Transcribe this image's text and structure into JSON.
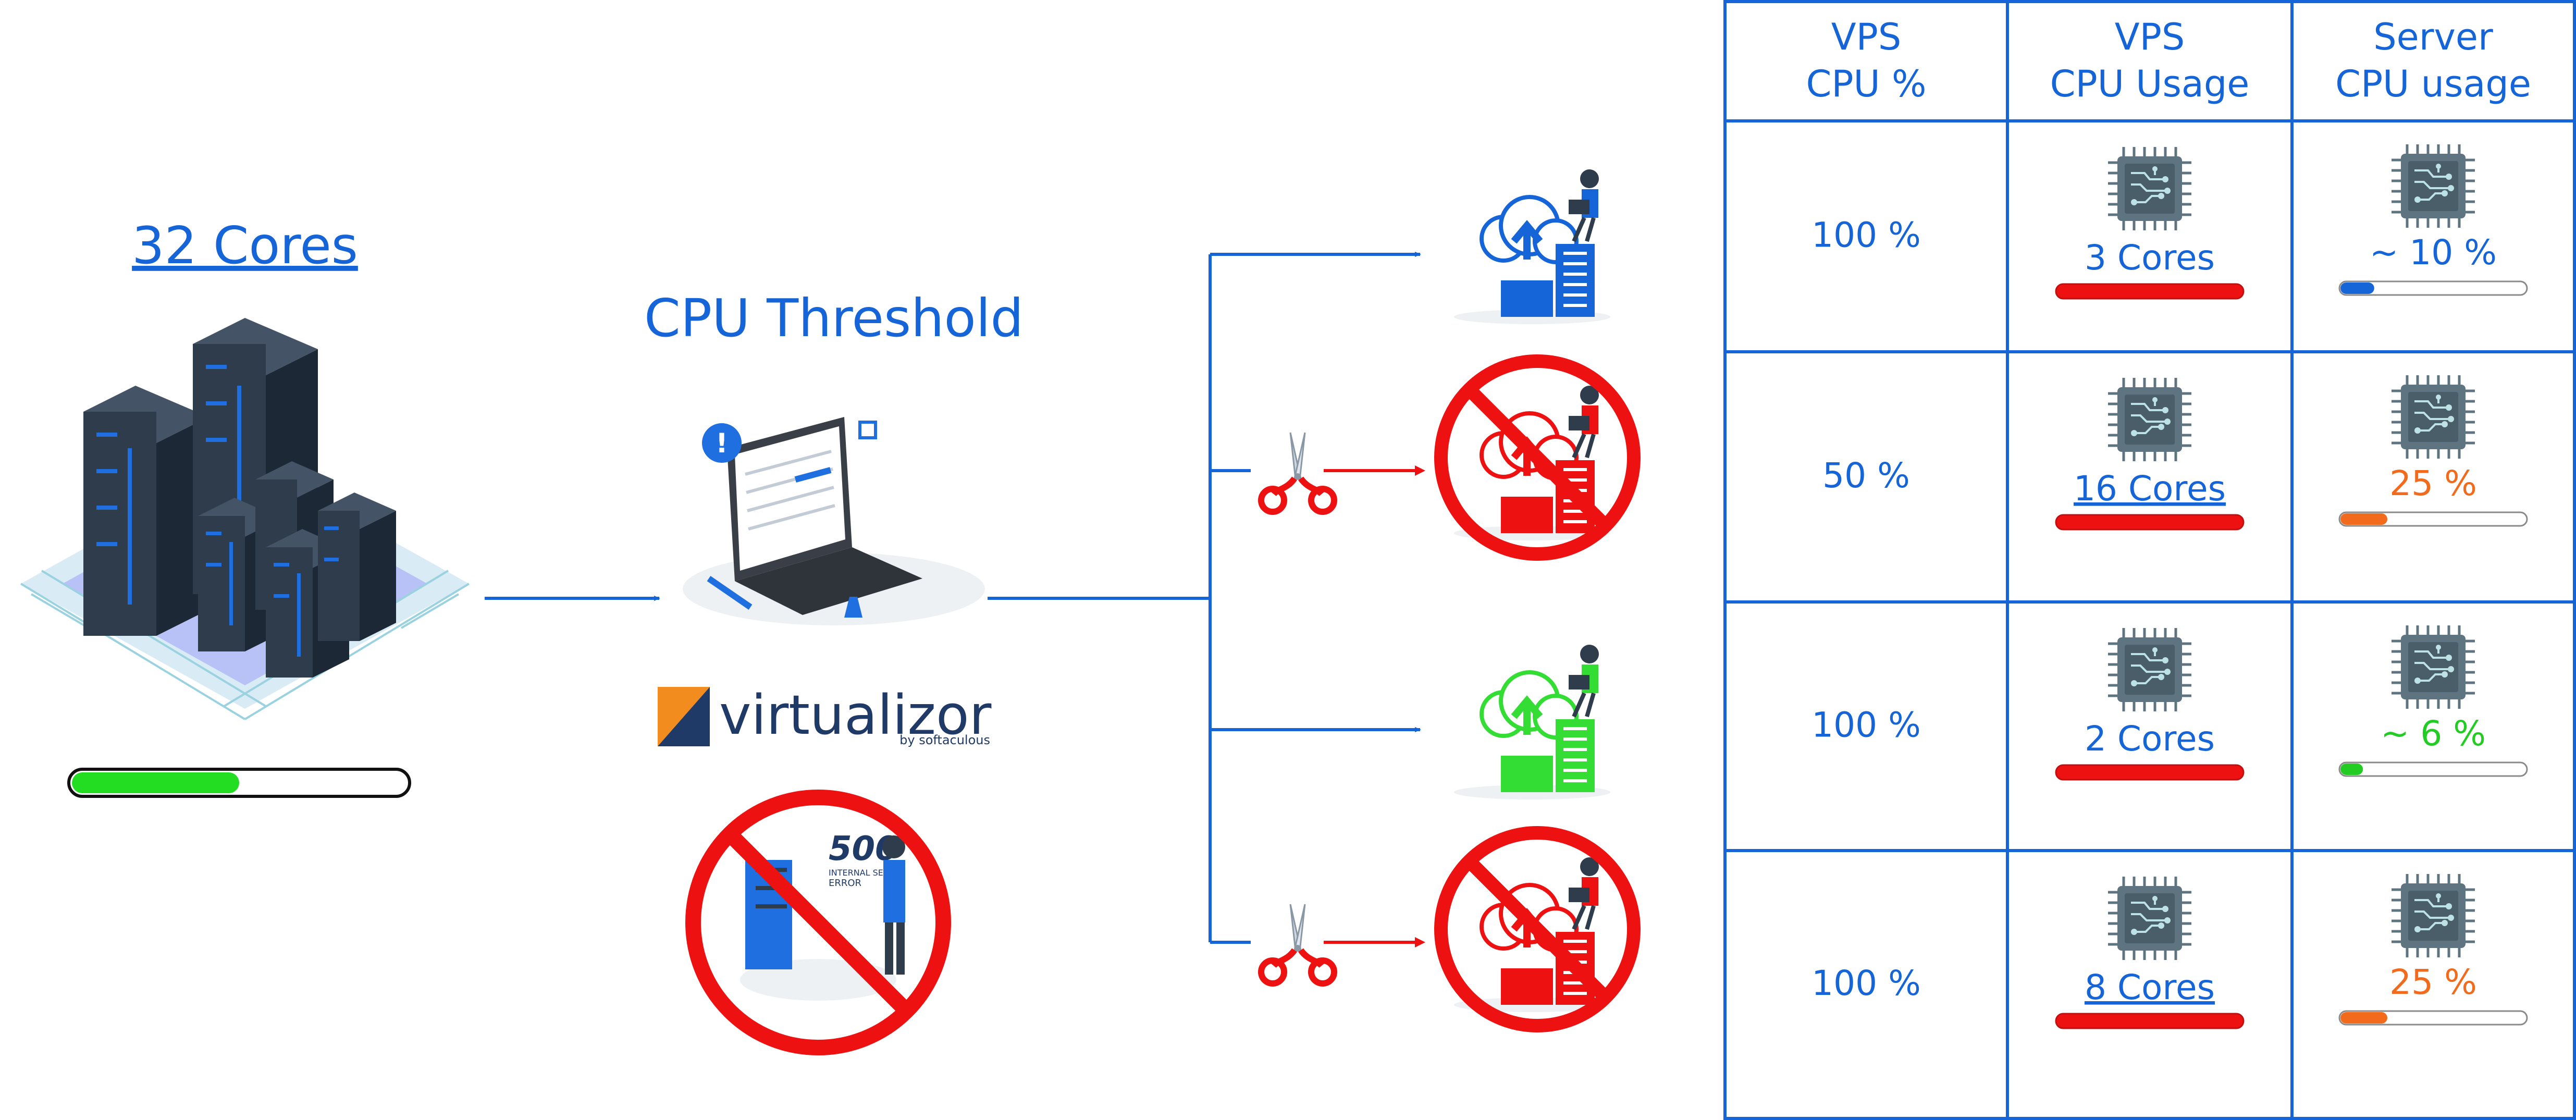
{
  "server": {
    "title": "32 Cores",
    "usage_fraction": 0.5,
    "usage_color": "#22dd22"
  },
  "threshold": {
    "title": "CPU Threshold",
    "brand_name": "virtualizor",
    "brand_sub": "by softaculous",
    "error_code": "500",
    "error_line1": "INTERNAL SERVER",
    "error_line2": "ERROR"
  },
  "table": {
    "headers": [
      {
        "line1": "VPS",
        "line2": "CPU %"
      },
      {
        "line1": "VPS",
        "line2": "CPU Usage"
      },
      {
        "line1": "Server",
        "line2": "CPU usage"
      }
    ],
    "rows": [
      {
        "vps_cpu_pct": "100 %",
        "cores": "3 Cores",
        "cores_underlined": false,
        "server_usage": "~ 10 %",
        "server_usage_color": "#1565d8",
        "server_usage_fraction": 0.18,
        "vps_state": "allowed",
        "vps_color": "#1565d8"
      },
      {
        "vps_cpu_pct": "50 %",
        "cores": "16 Cores",
        "cores_underlined": true,
        "server_usage": "25 %",
        "server_usage_color": "#f26b1d",
        "server_usage_fraction": 0.25,
        "vps_state": "throttled",
        "vps_color": "#ee1111"
      },
      {
        "vps_cpu_pct": "100 %",
        "cores": "2 Cores",
        "cores_underlined": false,
        "server_usage": "~ 6 %",
        "server_usage_color": "#22cc22",
        "server_usage_fraction": 0.12,
        "vps_state": "allowed",
        "vps_color": "#33dd33"
      },
      {
        "vps_cpu_pct": "100 %",
        "cores": "8 Cores",
        "cores_underlined": true,
        "server_usage": "25 %",
        "server_usage_color": "#f26b1d",
        "server_usage_fraction": 0.25,
        "vps_state": "throttled",
        "vps_color": "#ee1111"
      }
    ]
  },
  "colors": {
    "accent": "#1565d8",
    "danger": "#ee1111",
    "rack": "#2e3c4c",
    "chip": "#5e7480"
  },
  "icons": {
    "server": "server-racks-icon",
    "laptop": "laptop-alert-icon",
    "chip": "cpu-chip-icon",
    "scissors": "scissors-icon",
    "cloud": "cloud-upload-user-icon",
    "prohibited": "prohibited-sign-icon"
  }
}
